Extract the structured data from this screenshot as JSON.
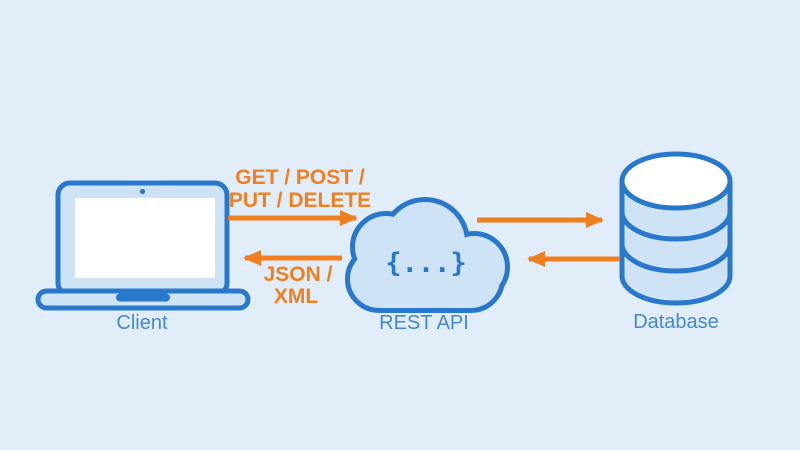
{
  "diagram": {
    "background_color": "#e2edfa",
    "palette": {
      "outline_blue": "#2878cc",
      "fill_light_blue": "#cfe3f7",
      "label_blue": "#4489ce",
      "arrow_orange": "#f07f1f",
      "screen_white": "#ffffff"
    },
    "nodes": {
      "client": {
        "label": "Client",
        "type": "laptop-icon"
      },
      "rest_api": {
        "label": "REST API",
        "type": "cloud-icon",
        "glyph": "{...}"
      },
      "database": {
        "label": "Database",
        "type": "database-cylinder-icon"
      }
    },
    "flows": {
      "request": {
        "from": "client",
        "to": "rest_api",
        "direction": "right",
        "label_line1": "GET / POST /",
        "label_line2": "PUT / DELETE"
      },
      "response": {
        "from": "rest_api",
        "to": "client",
        "direction": "left",
        "label_line1": "JSON /",
        "label_line2": "XML"
      },
      "api_to_db": {
        "from": "rest_api",
        "to": "database",
        "direction": "right"
      },
      "db_to_api": {
        "from": "database",
        "to": "rest_api",
        "direction": "left"
      }
    }
  }
}
